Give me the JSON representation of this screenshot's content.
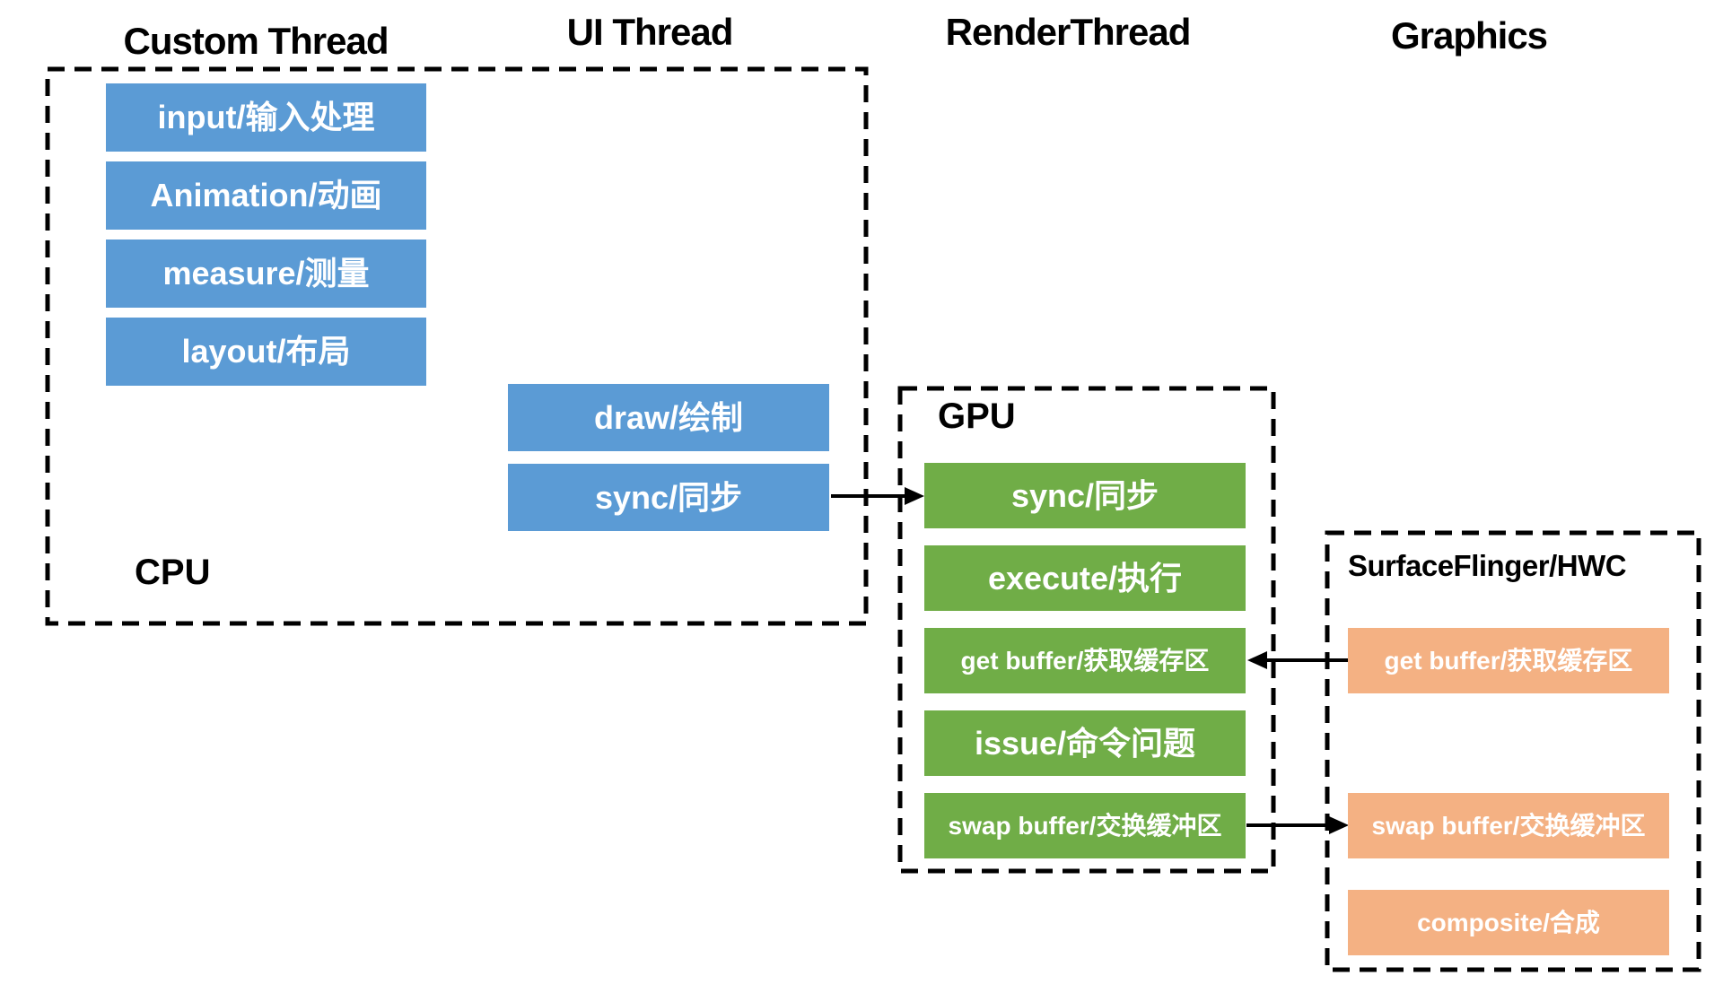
{
  "columns": {
    "custom_thread": {
      "title": "Custom Thread"
    },
    "ui_thread": {
      "title": "UI Thread"
    },
    "render_thread": {
      "title": "RenderThread"
    },
    "graphics": {
      "title": "Graphics"
    }
  },
  "cpu": {
    "label": "CPU",
    "boxes": [
      {
        "label": "input/输入处理"
      },
      {
        "label": "Animation/动画"
      },
      {
        "label": "measure/测量"
      },
      {
        "label": "layout/布局"
      },
      {
        "label": "draw/绘制"
      },
      {
        "label": "sync/同步"
      }
    ]
  },
  "gpu": {
    "label": "GPU",
    "boxes": [
      {
        "label": "sync/同步"
      },
      {
        "label": "execute/执行"
      },
      {
        "label": "get buffer/获取缓存区"
      },
      {
        "label": "issue/命令问题"
      },
      {
        "label": "swap buffer/交换缓冲区"
      }
    ]
  },
  "surfaceflinger": {
    "label": "SurfaceFlinger/HWC",
    "boxes": [
      {
        "label": "get buffer/获取缓存区"
      },
      {
        "label": "swap buffer/交换缓冲区"
      },
      {
        "label": "composite/合成"
      }
    ]
  },
  "colors": {
    "process_blue": "#5B9BD5",
    "process_green": "#70AD47",
    "process_orange": "#F4B183",
    "box_text": "#FFFFFF",
    "title_text": "#000000",
    "line_black": "#000000"
  }
}
